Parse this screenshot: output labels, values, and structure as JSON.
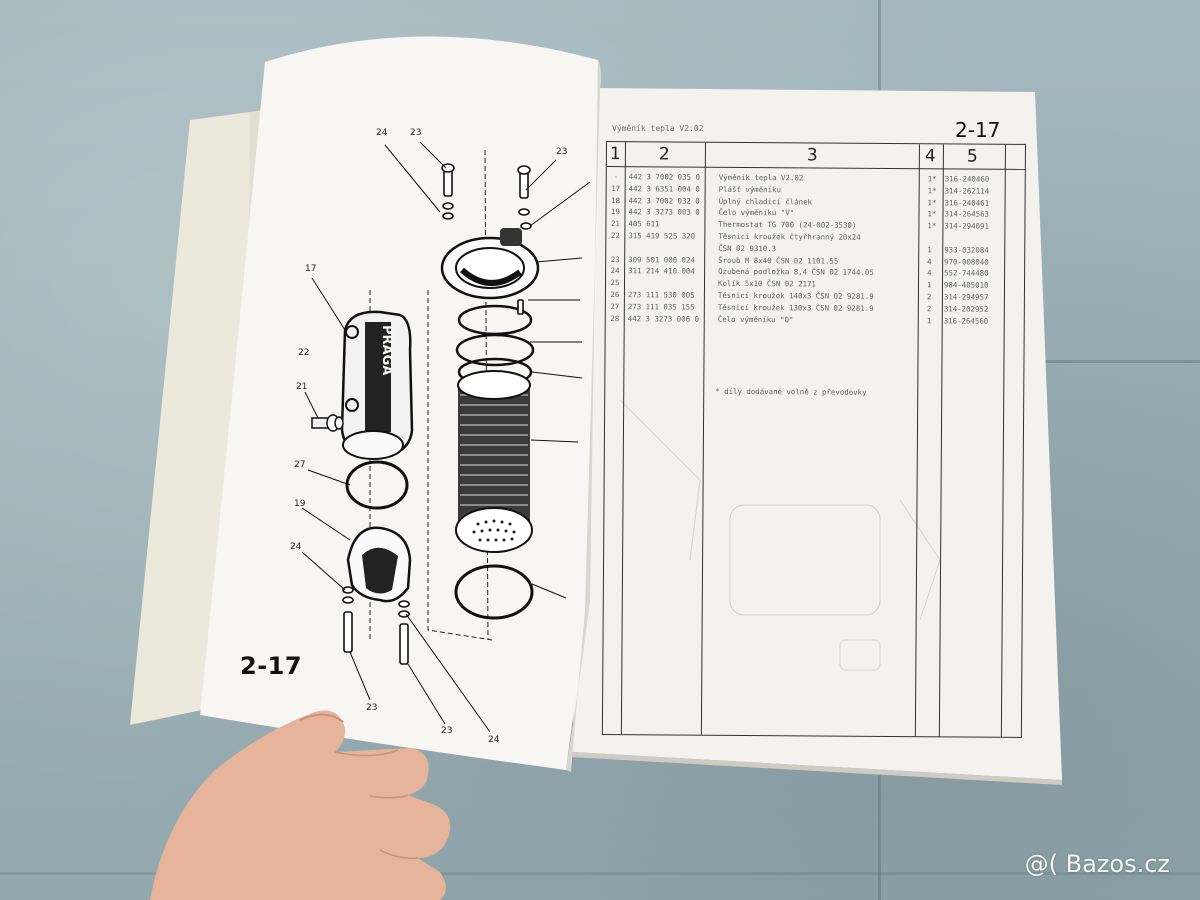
{
  "left_page": {
    "page_number": "2-17",
    "callouts": [
      "24",
      "23",
      "23",
      "17",
      "22",
      "21",
      "27",
      "19",
      "24",
      "23",
      "23",
      "24"
    ]
  },
  "right_page": {
    "page_number": "2-17",
    "title": "Výměník tepla V2.02",
    "columns": [
      "1",
      "2",
      "3",
      "4",
      "5"
    ],
    "rows": [
      {
        "pos": "-",
        "part": "442 3 7002 035 0",
        "name": "Výměník tepla V2.02",
        "qty": "1*",
        "code": "316-240460"
      },
      {
        "pos": "17",
        "part": "442 3 6351 004 0",
        "name": "Plášť výměníku",
        "qty": "1*",
        "code": "314-262114"
      },
      {
        "pos": "18",
        "part": "442 3 7002 032 0",
        "name": "Úplný chladicí článek",
        "qty": "1*",
        "code": "316-240461"
      },
      {
        "pos": "19",
        "part": "442 3 3273 003 0",
        "name": "Čelo výměníku \"V\"",
        "qty": "1*",
        "code": "314-264563"
      },
      {
        "pos": "21",
        "part": "405 611",
        "name": "Thermostat TG 700 (24-002-3530)",
        "qty": "1*",
        "code": "314-294091"
      },
      {
        "pos": "22",
        "part": "315 419 525 320",
        "name": "Těsnicí kroužek čtyřhranný 20x24",
        "qty": "",
        "code": ""
      },
      {
        "pos": "",
        "part": "",
        "name": "ČSN 02 9310.3",
        "qty": "1",
        "code": "933-032084"
      },
      {
        "pos": "23",
        "part": "309 501 000 024",
        "name": "Šroub M 8x40 ČSN 02 1101.55",
        "qty": "4",
        "code": "970-008040"
      },
      {
        "pos": "24",
        "part": "311 214 410 004",
        "name": "Ozubená podložka 8,4 ČSN 02 1744.05",
        "qty": "4",
        "code": "552-744480"
      },
      {
        "pos": "25",
        "part": "",
        "name": "Kolík 5x10 ČSN 02 2171",
        "qty": "1",
        "code": "984-405010"
      },
      {
        "pos": "26",
        "part": "273 111 530 005",
        "name": "Těsnicí kroužek 140x3 ČSN 02 9281.9",
        "qty": "2",
        "code": "314-294957"
      },
      {
        "pos": "27",
        "part": "273 111 035 155",
        "name": "Těsnicí kroužek 130x3 ČSN 02 9281.9",
        "qty": "2",
        "code": "314-202952"
      },
      {
        "pos": "28",
        "part": "442 3 3273 006 0",
        "name": "Čelo výměníku \"O\"",
        "qty": "1",
        "code": "316-264560"
      }
    ],
    "note": "* díly dodávané volně z převodovky"
  },
  "watermark": "@( Bazos.cz"
}
